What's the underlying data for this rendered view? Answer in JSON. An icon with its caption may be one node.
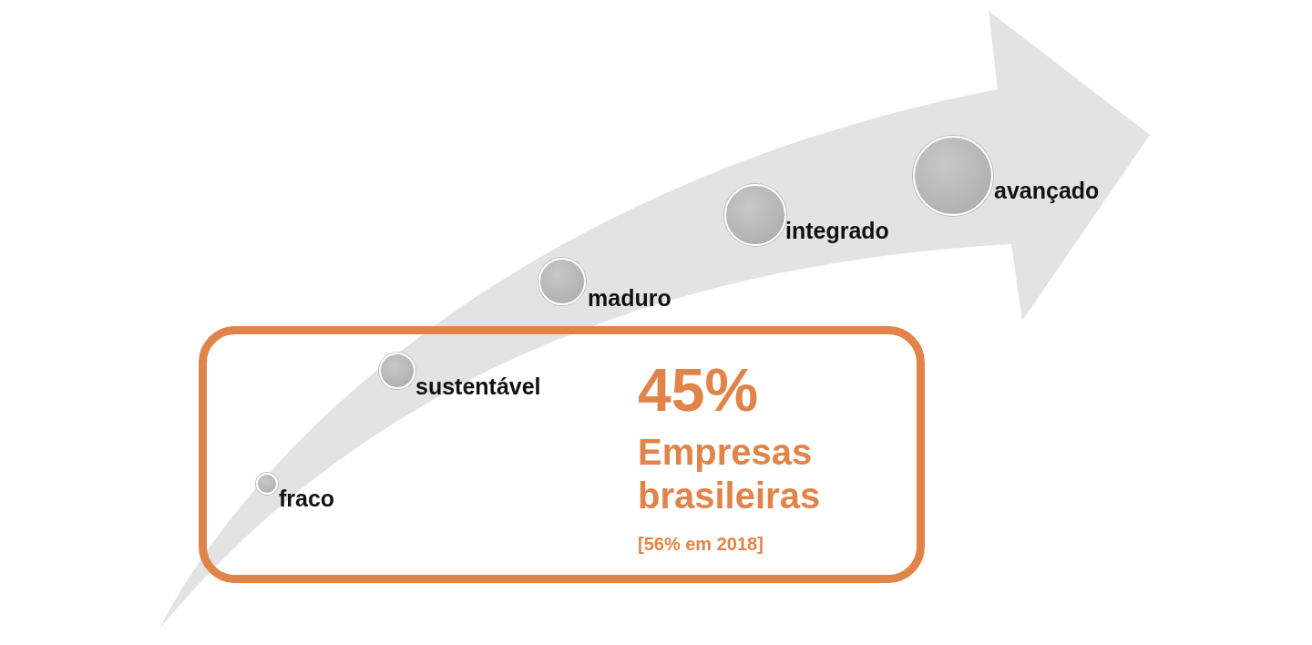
{
  "diagram": {
    "nodes": [
      {
        "text": [
          "45%",
          "Empresas brasileiras",
          "[56% em 2018]"
        ]
      },
      {
        "text": [],
        "shape": "circle",
        "beside": [
          "fraco"
        ],
        "in": 0
      },
      {
        "text": [],
        "shape": "circle",
        "beside": [
          "sustentável"
        ],
        "in": 0
      },
      {
        "text": [],
        "shape": "circle",
        "beside": [
          "maduro"
        ]
      },
      {
        "text": [],
        "shape": "circle",
        "beside": [
          "integrado"
        ]
      },
      {
        "text": [],
        "shape": "circle",
        "beside": [
          "avançado"
        ]
      }
    ]
  }
}
